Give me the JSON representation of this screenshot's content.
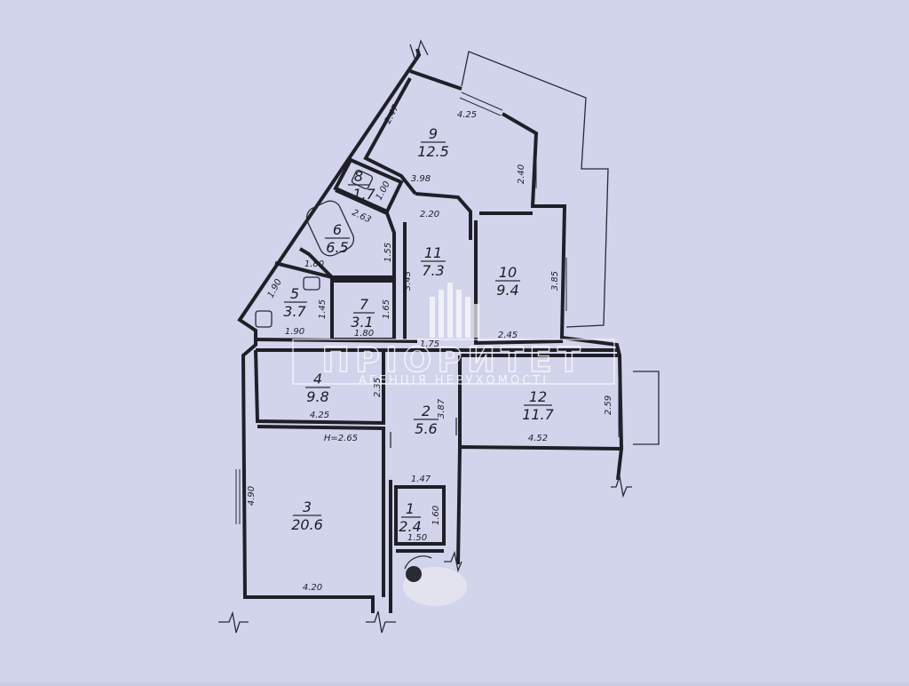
{
  "plan": {
    "ceiling_height": "H=2.65",
    "rooms": [
      {
        "number": "1",
        "area": "2.4"
      },
      {
        "number": "2",
        "area": "5.6"
      },
      {
        "number": "3",
        "area": "20.6"
      },
      {
        "number": "4",
        "area": "9.8"
      },
      {
        "number": "5",
        "area": "3.7"
      },
      {
        "number": "6",
        "area": "6.5"
      },
      {
        "number": "7",
        "area": "3.1"
      },
      {
        "number": "8",
        "area": "1.7"
      },
      {
        "number": "9",
        "area": "12.5"
      },
      {
        "number": "10",
        "area": "9.4"
      },
      {
        "number": "11",
        "area": "7.3"
      },
      {
        "number": "12",
        "area": "11.7"
      }
    ],
    "dimensions": {
      "d425_top": "4.25",
      "d247": "2.47",
      "d240": "2.40",
      "d398": "3.98",
      "d220": "2.20",
      "d100": "1.00",
      "d263": "2.63",
      "d155": "1.55",
      "d180_6": "1.80",
      "d190_v": "1.90",
      "d145": "1.45",
      "d165": "1.65",
      "d180_7": "1.80",
      "d190_h": "1.90",
      "d343": "3.43",
      "d385": "3.85",
      "d245": "2.45",
      "d175": "1.75",
      "d235": "2.35",
      "d425_4": "4.25",
      "d387": "3.87",
      "d259": "2.59",
      "d452": "4.52",
      "d490": "4.90",
      "d147": "1.47",
      "d160": "1.60",
      "d150": "1.50",
      "d420": "4.20"
    }
  },
  "watermark": {
    "title": "ПРІОРИТЕТ",
    "subtitle": "АГЕНЦІЯ НЕРУХОМОСТІ"
  }
}
